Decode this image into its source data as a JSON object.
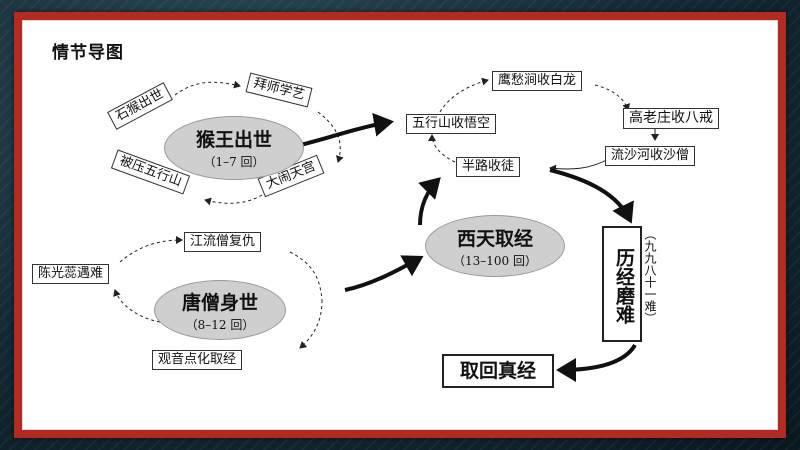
{
  "title": "情节导图",
  "monkey": {
    "center_title": "猴王出世",
    "center_sub": "（1–7 回）",
    "left_top": "石猴出世",
    "right_top": "拜师学艺",
    "right_bottom": "大闹天宫",
    "left_bottom": "被压五行山"
  },
  "journey": {
    "pickup": "五行山收悟空",
    "top": "鹰愁涧收白龙",
    "right1": "高老庄收八戒",
    "right2": "流沙河收沙僧",
    "hub": "半路收徒"
  },
  "monk": {
    "center_title": "唐僧身世",
    "center_sub": "（8–12 回）",
    "top_right": "江流僧复仇",
    "left": "陈光蕊遇难",
    "bottom": "观音点化取经"
  },
  "west": {
    "center_title": "西天取经",
    "center_sub": "（13–100 回）"
  },
  "trials": {
    "label": "历经磨难",
    "note": "（九九八十一难）"
  },
  "end": {
    "label": "取回真经"
  },
  "colors": {
    "frame": "#b32a22",
    "oval": "#cfcfcf",
    "card": "#ffffff"
  }
}
